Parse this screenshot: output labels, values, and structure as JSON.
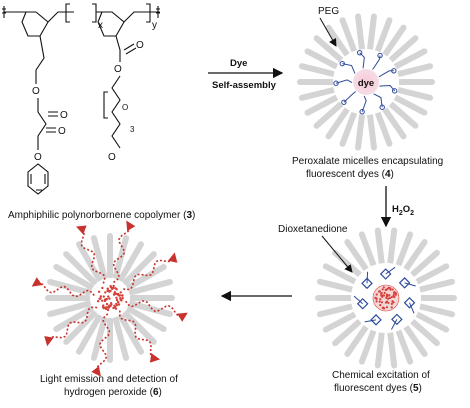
{
  "polymer": {
    "x_sub": "x",
    "y_sub": "y",
    "m_sub": "3",
    "caption": "Amphiphilic polynorbornene copolymer (",
    "caption_num": "3",
    "caption_end": ")"
  },
  "arrow1": {
    "top": "Dye",
    "bottom": "Self-assembly"
  },
  "micelle1": {
    "peg_label": "PEG",
    "dye_label": "dye",
    "caption_line1": "Peroxalate micelles encapsulating",
    "caption_line2": "fluorescent dyes (",
    "caption_num": "4",
    "caption_end": ")"
  },
  "arrow2": {
    "label": "H2O2",
    "label_main": "H",
    "sub1": "2",
    "mid": "O",
    "sub2": "2"
  },
  "micelle2": {
    "intermediate_label": "Dioxetanedione",
    "caption_line1": "Chemical excitation of",
    "caption_line2": "fluorescent dyes (",
    "caption_num": "5",
    "caption_end": ")"
  },
  "micelle3": {
    "caption_line1": "Light emission and detection of",
    "caption_line2": "hydrogen peroxide (",
    "caption_num": "6",
    "caption_end": ")"
  },
  "colors": {
    "spike": "#d4d4d4",
    "peg": "#2e4b9a",
    "dye_core": "#f1c6d3",
    "core_red": "#d6403a",
    "emission": "#c8322e"
  }
}
